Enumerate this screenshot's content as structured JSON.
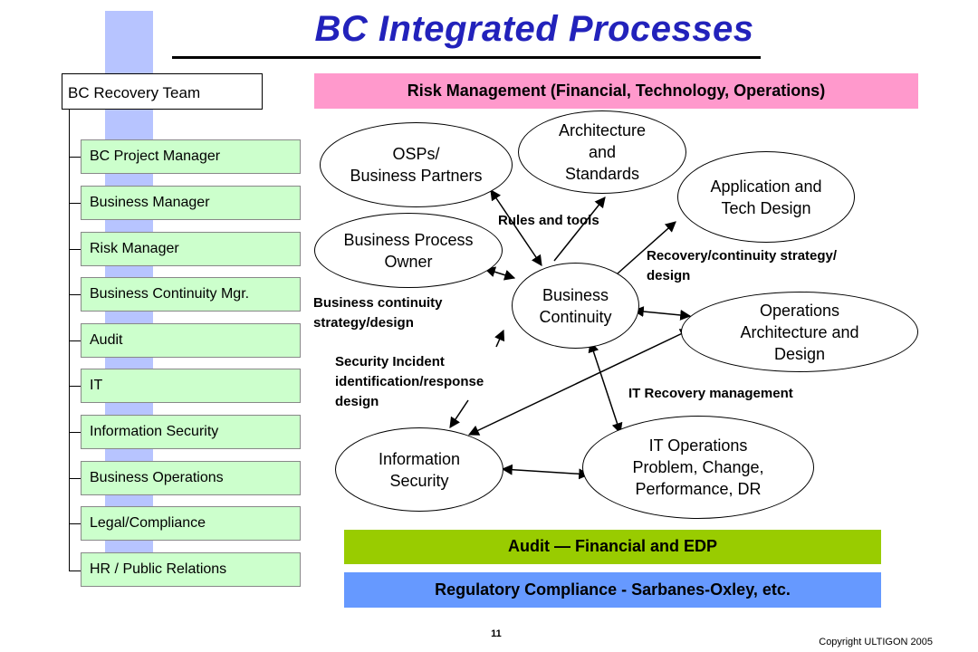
{
  "title": "BC Integrated Processes",
  "team": {
    "header": "BC Recovery Team",
    "roles": [
      "BC Project Manager",
      "Business Manager",
      "Risk Manager",
      "Business Continuity Mgr.",
      "Audit",
      "IT",
      "Information Security",
      "Business Operations",
      "Legal/Compliance",
      "HR / Public Relations"
    ]
  },
  "bands": {
    "risk": "Risk Management (Financial, Technology, Operations)",
    "audit": "Audit — Financial and EDP",
    "regulatory": "Regulatory Compliance -  Sarbanes-Oxley, etc."
  },
  "nodes": {
    "osps": [
      "OSPs/",
      "Business Partners"
    ],
    "architecture": [
      "Architecture",
      "and",
      "Standards"
    ],
    "application": [
      "Application and",
      "Tech Design"
    ],
    "bpo": [
      "Business Process",
      "Owner"
    ],
    "bc": [
      "Business",
      "Continuity"
    ],
    "operations": [
      "Operations",
      "Architecture and",
      "Design"
    ],
    "infosec": [
      "Information",
      "Security"
    ],
    "itops": [
      "IT Operations",
      "Problem, Change,",
      "Performance, DR"
    ]
  },
  "labels": {
    "rules": "Rules and tools",
    "recovery": [
      "Recovery/continuity strategy/",
      "design"
    ],
    "bcstrategy": [
      "Business continuity",
      "strategy/design"
    ],
    "security": [
      "Security Incident",
      "identification/response",
      "design"
    ],
    "itrecovery": "IT Recovery management"
  },
  "footer": {
    "page": "11",
    "copyright": "Copyright ULTIGON 2005"
  }
}
